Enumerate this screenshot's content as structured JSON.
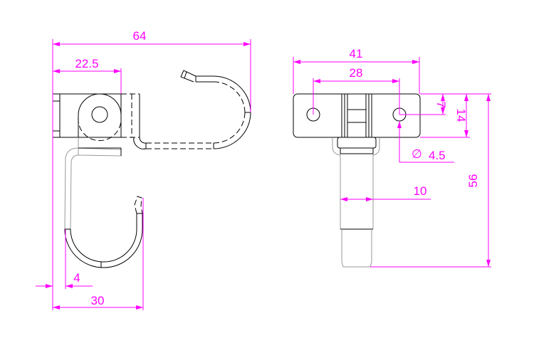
{
  "colors": {
    "dimension": "#ff00ff",
    "outline": "#000000"
  },
  "side_view": {
    "overall_width": "64",
    "hinge_offset": "22.5",
    "wire_thickness": "4",
    "hook_width": "30"
  },
  "front_view": {
    "plate_width": "41",
    "hole_spacing": "28",
    "hole_offset": "7",
    "plate_height": "14",
    "hole_diameter": "4.5",
    "diameter_symbol": "∅",
    "hook_width": "10",
    "overall_height": "56"
  }
}
